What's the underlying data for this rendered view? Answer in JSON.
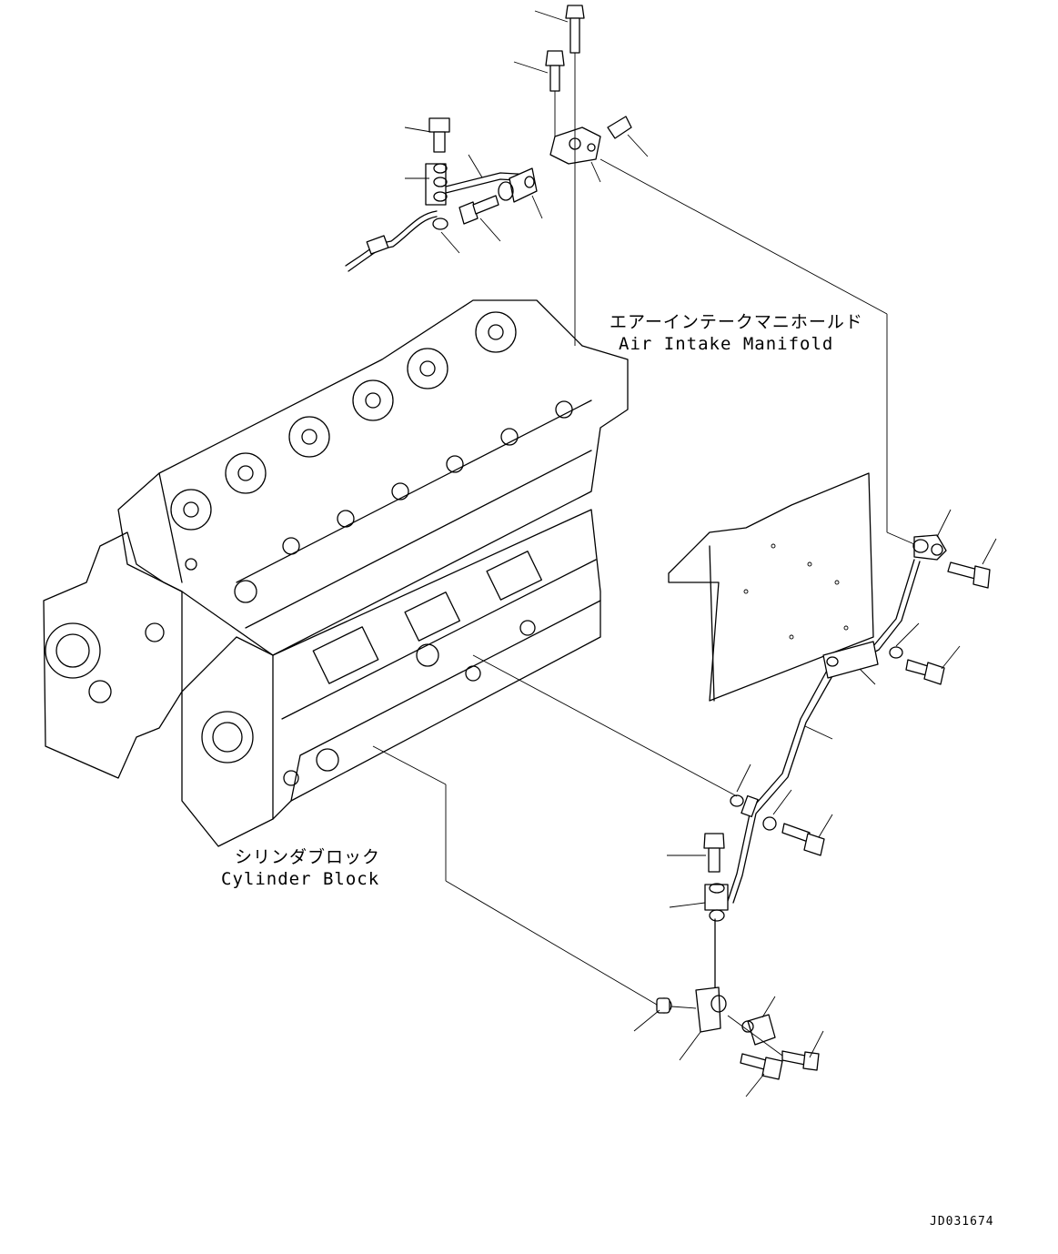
{
  "labels": {
    "air_intake_manifold_jp": "エアーインテークマニホールド",
    "air_intake_manifold_en": "Air Intake Manifold",
    "cylinder_block_jp": "シリンダブロック",
    "cylinder_block_en": "Cylinder Block"
  },
  "drawing_code": "JD031674"
}
